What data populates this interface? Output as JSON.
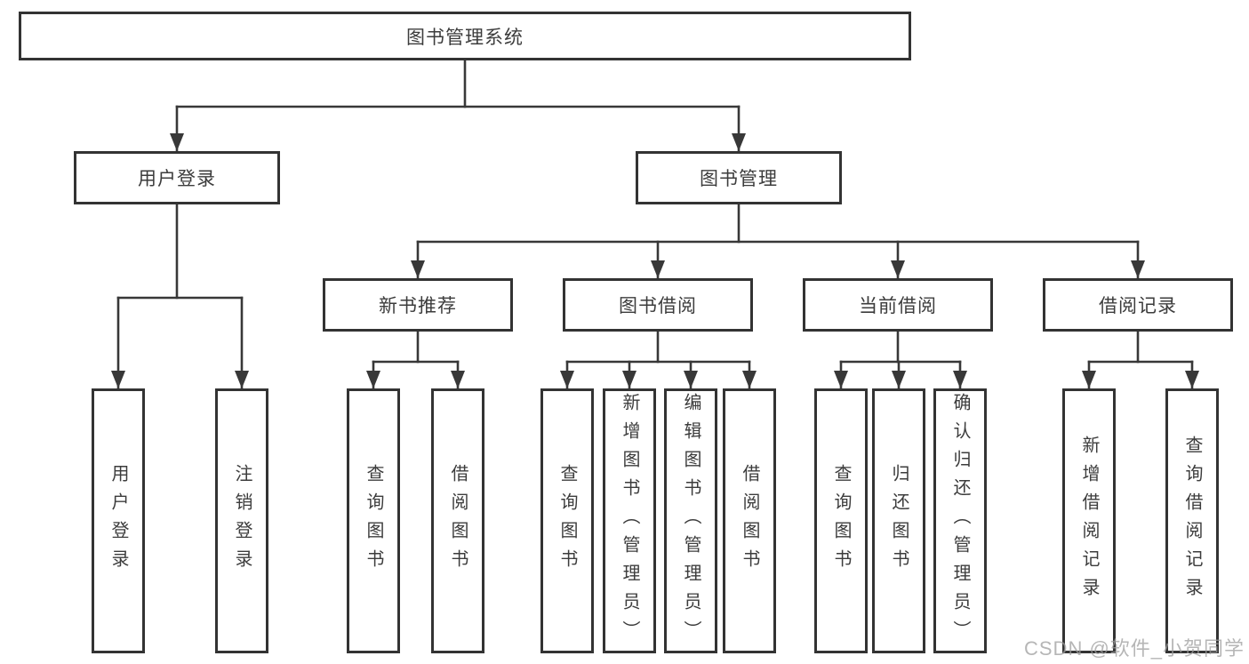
{
  "diagram": {
    "title": "图书管理系统",
    "level2": [
      {
        "label": "用户登录"
      },
      {
        "label": "图书管理"
      }
    ],
    "level3": [
      {
        "label": "新书推荐"
      },
      {
        "label": "图书借阅"
      },
      {
        "label": "当前借阅"
      },
      {
        "label": "借阅记录"
      }
    ],
    "leaves": [
      {
        "label": "用户登录"
      },
      {
        "label": "注销登录"
      },
      {
        "label": "查询图书"
      },
      {
        "label": "借阅图书"
      },
      {
        "label": "查询图书"
      },
      {
        "label": "新增图书（管理员）"
      },
      {
        "label": "编辑图书（管理员）"
      },
      {
        "label": "借阅图书"
      },
      {
        "label": "查询图书"
      },
      {
        "label": "归还图书"
      },
      {
        "label": "确认归还（管理员）"
      },
      {
        "label": "新增借阅记录"
      },
      {
        "label": "查询借阅记录"
      }
    ],
    "watermark": "CSDN @软件_小贺同学",
    "colors": {
      "line": "#383838",
      "border": "#333333",
      "text": "#3c3c3c",
      "watermark": "#b3b3b3",
      "background": "#ffffff"
    }
  }
}
